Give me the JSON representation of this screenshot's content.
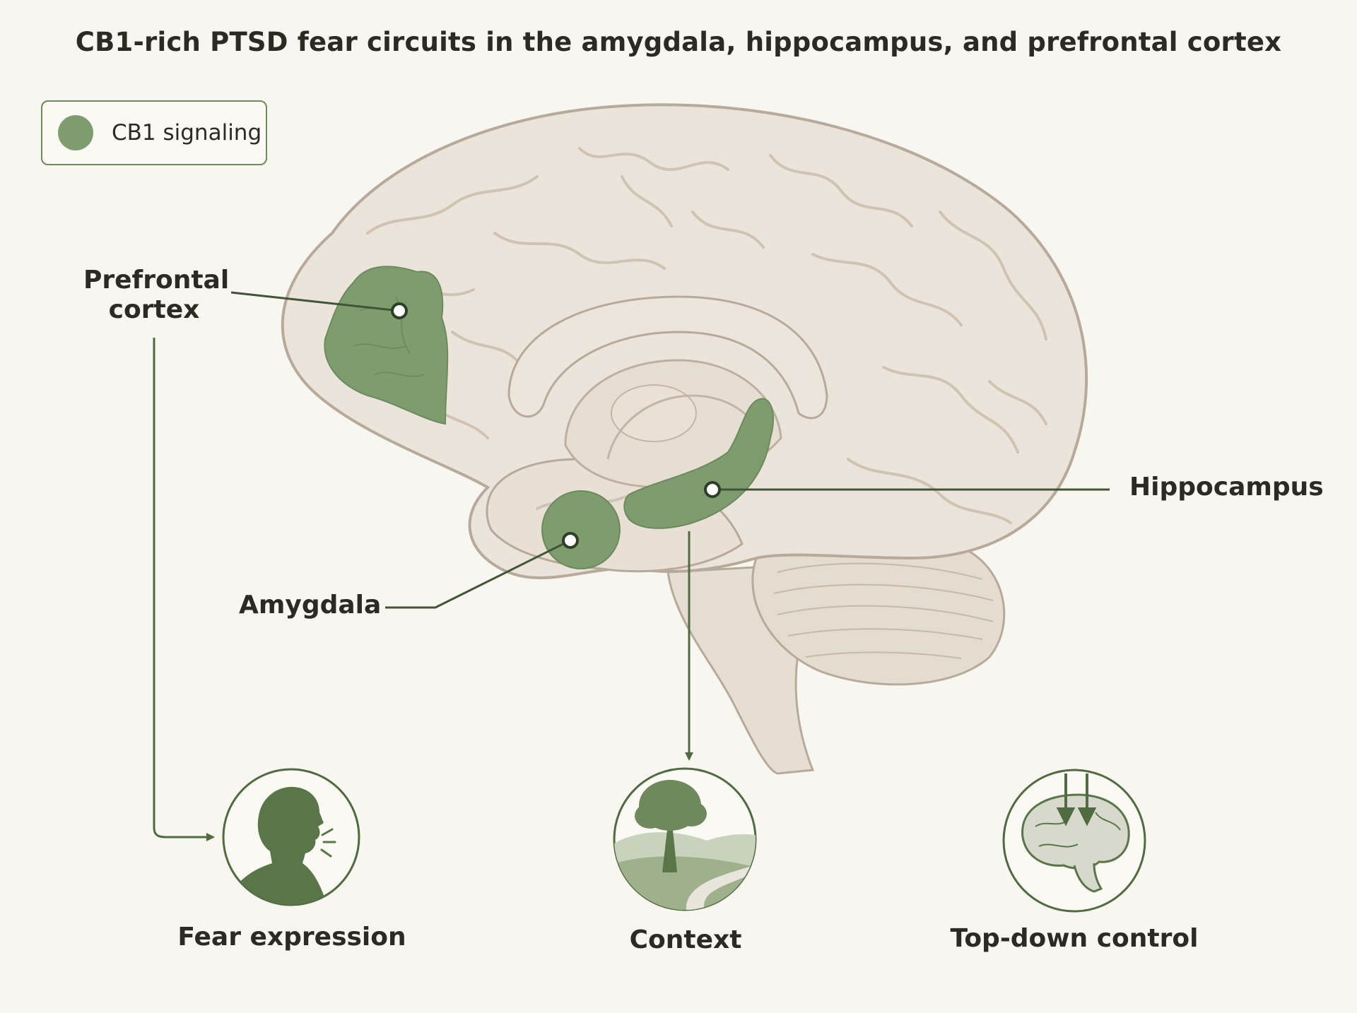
{
  "title": "CB1-rich PTSD fear circuits in the amygdala, hippocampus, and prefrontal cortex",
  "legend": {
    "label": "CB1 signaling",
    "color": "#7f9c6e"
  },
  "regions": {
    "prefrontal_line1": "Prefrontal",
    "prefrontal_line2": "cortex",
    "hippocampus": "Hippocampus",
    "amygdala": "Amygdala"
  },
  "functions": {
    "fear_expression": "Fear expression",
    "context": "Context",
    "top_down_control": "Top-down control"
  },
  "icons": {
    "fear": "person-shouting-icon",
    "context": "tree-landscape-icon",
    "control": "brain-arrows-icon"
  },
  "colors": {
    "accent": "#4f6b3f",
    "region_fill": "#7f9c6e",
    "brain": "#e9e2d8",
    "brain_outline": "#b7aa9b"
  }
}
